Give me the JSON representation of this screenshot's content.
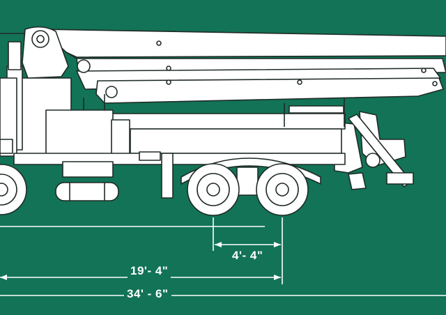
{
  "diagram": {
    "colors": {
      "background": "#127356",
      "truck_fill": "#ffffff",
      "outline": "#1f2a26",
      "dimension": "#ffffff"
    },
    "dimensions": {
      "axle_spacing": "4'- 4\"",
      "rear_length": "19'- 4\"",
      "overall_length": "34' - 6\""
    }
  }
}
